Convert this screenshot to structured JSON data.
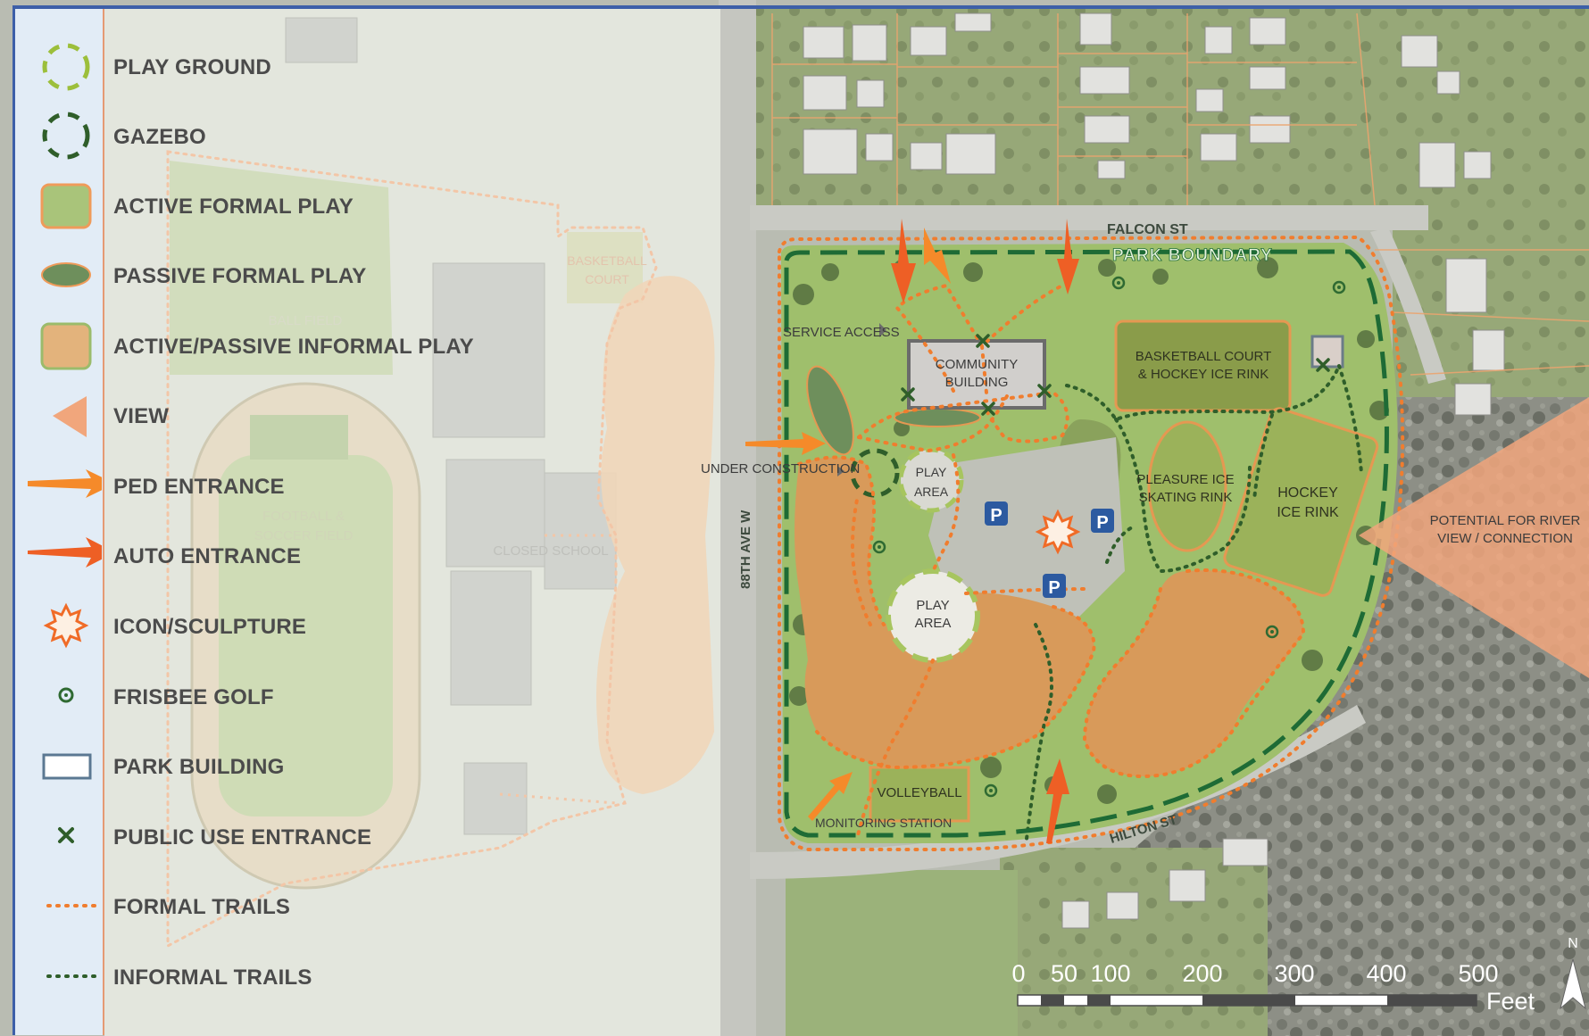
{
  "legend": {
    "items": [
      {
        "label": "PLAY GROUND",
        "icon": "playground-ring-icon",
        "color": "#9cbf3b"
      },
      {
        "label": "GAZEBO",
        "icon": "gazebo-ring-icon",
        "color": "#2f5e2a"
      },
      {
        "label": "ACTIVE FORMAL PLAY",
        "icon": "active-formal-play-swatch",
        "color": "#a9c47a"
      },
      {
        "label": "PASSIVE FORMAL PLAY",
        "icon": "passive-formal-play-ellipse",
        "color": "#6e8f5c"
      },
      {
        "label": "ACTIVE/PASSIVE INFORMAL PLAY",
        "icon": "informal-play-swatch",
        "color": "#e3b37c"
      },
      {
        "label": "VIEW",
        "icon": "view-cone-icon",
        "color": "#f1a67c"
      },
      {
        "label": "PED ENTRANCE",
        "icon": "ped-entrance-arrow-icon",
        "color": "#f58a2a"
      },
      {
        "label": "AUTO ENTRANCE",
        "icon": "auto-entrance-arrow-icon",
        "color": "#ee5f25"
      },
      {
        "label": "ICON/SCULPTURE",
        "icon": "sculpture-star-icon",
        "color": "#f06b27"
      },
      {
        "label": "FRISBEE GOLF",
        "icon": "frisbee-golf-icon",
        "color": "#2f6a32"
      },
      {
        "label": "PARK BUILDING",
        "icon": "park-building-icon",
        "color": "#5b7892"
      },
      {
        "label": "PUBLIC USE ENTRANCE",
        "icon": "public-entrance-x-icon",
        "color": "#2f5e2a"
      },
      {
        "label": "FORMAL TRAILS",
        "icon": "formal-trail-line-icon",
        "color": "#f07d2e"
      },
      {
        "label": "INFORMAL TRAILS",
        "icon": "informal-trail-line-icon",
        "color": "#2f5e2a"
      }
    ]
  },
  "map": {
    "labels": {
      "falcon_st": "FALCON ST",
      "park_boundary": "PARK BOUNDARY",
      "service_access": "SERVICE ACCESS",
      "community_building_1": "COMMUNITY",
      "community_building_2": "BUILDING",
      "basketball_1": "BASKETBALL COURT",
      "basketball_2": "& HOCKEY ICE RINK",
      "under_construction": "UNDER CONSTRUCTION",
      "play_area_top_1": "PLAY",
      "play_area_top_2": "AREA",
      "pleasure_1": "PLEASURE ICE",
      "pleasure_2": "SKATING RINK",
      "hockey_1": "HOCKEY",
      "hockey_2": "ICE RINK",
      "potential_1": "POTENTIAL FOR RIVER",
      "potential_2": "VIEW / CONNECTION",
      "avenue": "88TH AVE W",
      "play_area_1": "PLAY",
      "play_area_2": "AREA",
      "volleyball": "VOLLEYBALL",
      "monitoring_station": "MONITORING STATION",
      "hilton_st": "HILTON ST",
      "basketball_faded_1": "BASKETBALL",
      "basketball_faded_2": "COURT",
      "ball_field": "BALL FIELD",
      "football_1": "FOOTBALL &",
      "football_2": "SOCCER FIELD",
      "closed_school": "CLOSED SCHOOL",
      "parking": "P"
    },
    "scale_bar": {
      "ticks": [
        "0",
        "50",
        "100",
        "200",
        "300",
        "400",
        "500"
      ],
      "unit": "Feet",
      "north": "N"
    },
    "colors": {
      "boundary": "#1e6b35",
      "formal_trail": "#f07d2e",
      "informal_trail": "#2f5e2a",
      "parking": "#2c5aa0",
      "frame": "#3d5fa8"
    }
  }
}
